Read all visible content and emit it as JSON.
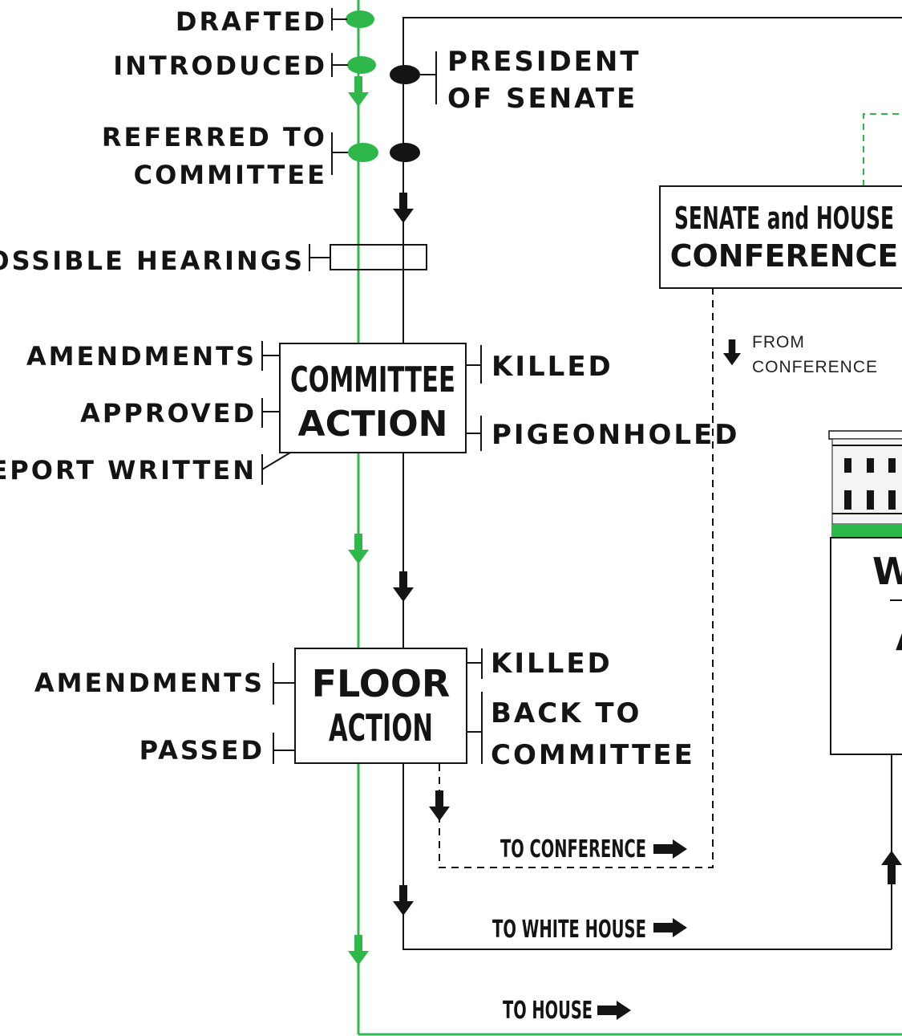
{
  "colors": {
    "green": "#2eb84a",
    "ink": "#141414",
    "background": "#ffffff"
  },
  "steps": {
    "drafted": "DRAFTED",
    "introduced": "INTRODUCED",
    "referred_line1": "REFERRED TO",
    "referred_line2": "COMMITTEE",
    "hearings": "POSSIBLE HEARINGS"
  },
  "president": {
    "line1": "PRESIDENT",
    "line2": "OF SENATE"
  },
  "committee": {
    "title_line1": "COMMITTEE",
    "title_line2": "ACTION",
    "left": [
      "AMENDMENTS",
      "APPROVED",
      "REPORT WRITTEN"
    ],
    "right": [
      "KILLED",
      "PIGEONHOLED"
    ]
  },
  "floor": {
    "title_line1": "FLOOR",
    "title_line2": "ACTION",
    "left": [
      "AMENDMENTS",
      "PASSED"
    ],
    "right_killed": "KILLED",
    "right_back_line1": "BACK TO",
    "right_back_line2": "COMMITTEE"
  },
  "conference": {
    "title_line1": "SENATE and HOUSE",
    "title_line2": "CONFERENCE",
    "from_line1": "FROM",
    "from_line2": "CONFERENCE"
  },
  "routes": {
    "to_conference": "TO CONFERENCE",
    "to_white_house": "TO WHITE HOUSE",
    "to_house": "TO HOUSE"
  },
  "white_house": {
    "box_letter": "W",
    "box_partial": "A"
  },
  "icons": {
    "arrow": "arrow-icon",
    "oval": "oval-marker-icon",
    "building": "capitol-building-icon"
  }
}
